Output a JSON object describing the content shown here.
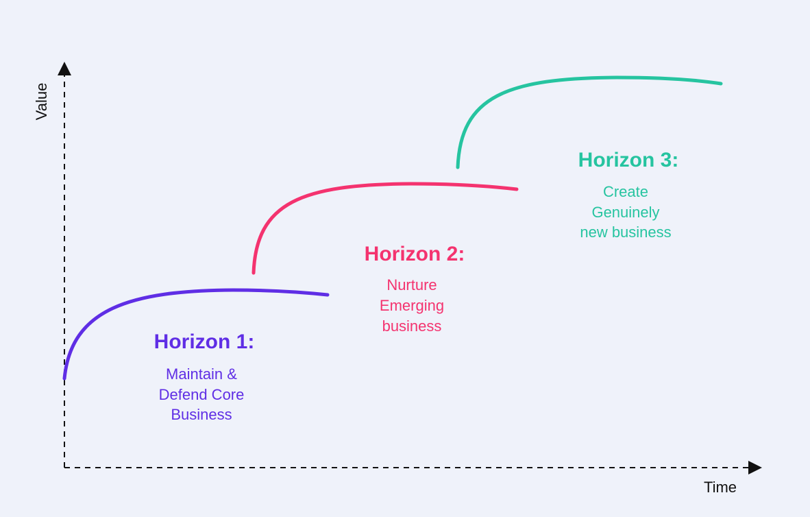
{
  "axes": {
    "y_label": "Value",
    "x_label": "Time"
  },
  "colors": {
    "h1": "#5f2ee5",
    "h2": "#f4336f",
    "h3": "#26c4a0",
    "axis": "#111111",
    "background": "#eff2fa"
  },
  "horizons": [
    {
      "title": "Horizon 1:",
      "lines": [
        "Maintain &",
        "Defend Core",
        "Business"
      ]
    },
    {
      "title": "Horizon 2:",
      "lines": [
        "Nurture",
        "Emerging",
        "business"
      ]
    },
    {
      "title": "Horizon 3:",
      "lines": [
        "Create",
        "Genuinely",
        "new business"
      ]
    }
  ]
}
